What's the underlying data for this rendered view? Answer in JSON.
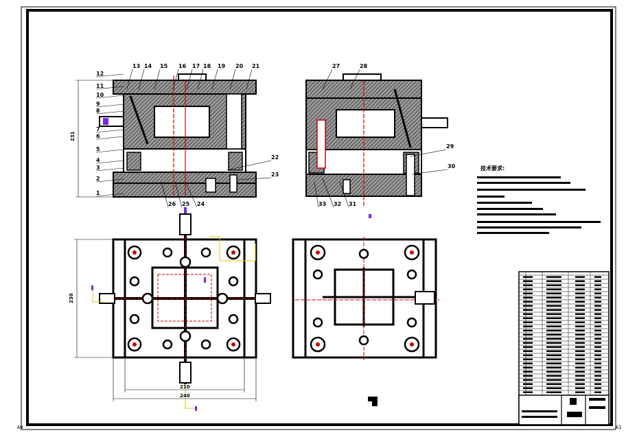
{
  "drawing": {
    "left_view_labels": [
      "1",
      "2",
      "3",
      "4",
      "5",
      "6",
      "7",
      "8",
      "9",
      "10",
      "11",
      "12",
      "13",
      "14",
      "15",
      "16",
      "17",
      "18",
      "19",
      "20",
      "21",
      "22",
      "23",
      "24",
      "25",
      "26"
    ],
    "right_view_labels": [
      "27",
      "28",
      "29",
      "30",
      "31",
      "32",
      "33"
    ],
    "dimensions": {
      "height_side": "231",
      "height_plan": "230",
      "width_inner": "210",
      "width_outer": "240"
    },
    "tech_title": "技术要求:",
    "corner_left": "A0",
    "corner_right": "A1",
    "colors": {
      "line": "#000000",
      "section": "#cc0000",
      "marker": "#7a2be0",
      "yellow": "#e6c800",
      "hatch": "#555555"
    }
  }
}
